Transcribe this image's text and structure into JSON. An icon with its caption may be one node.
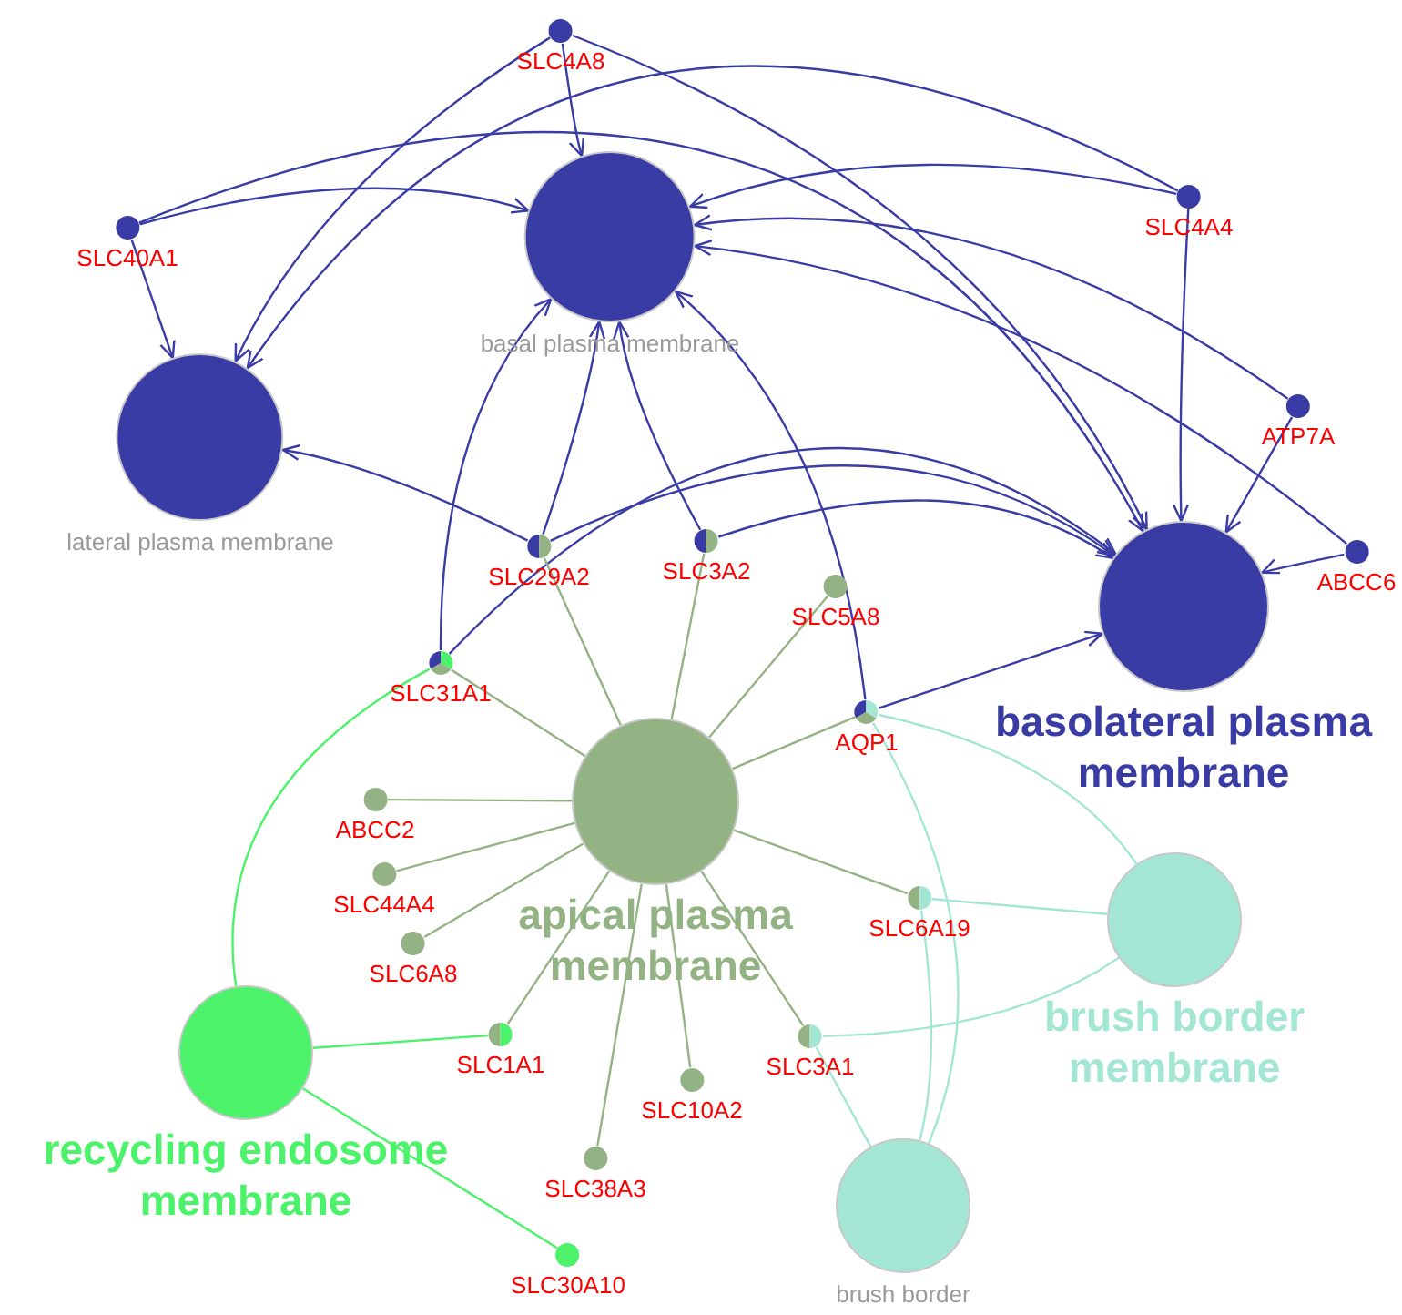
{
  "diagram": {
    "nodes": [
      {
        "text": [
          "basal plasma membrane"
        ]
      },
      {
        "text": [
          "lateral plasma membrane"
        ]
      },
      {
        "text": [
          "basolateral plasma membrane"
        ]
      },
      {
        "text": [
          "apical plasma membrane"
        ]
      },
      {
        "text": [
          "recycling endosome membrane"
        ]
      },
      {
        "text": [
          "brush border membrane"
        ]
      },
      {
        "text": [
          "brush border"
        ]
      },
      {
        "text": [
          "SLC4A8"
        ]
      },
      {
        "text": [
          "SLC40A1"
        ]
      },
      {
        "text": [
          "SLC4A4"
        ]
      },
      {
        "text": [
          "ATP7A"
        ]
      },
      {
        "text": [
          "ABCC6"
        ]
      },
      {
        "text": [
          "SLC29A2"
        ]
      },
      {
        "text": [
          "SLC3A2"
        ]
      },
      {
        "text": [
          "SLC5A8"
        ]
      },
      {
        "text": [
          "SLC31A1"
        ]
      },
      {
        "text": [
          "AQP1"
        ]
      },
      {
        "text": [
          "ABCC2"
        ]
      },
      {
        "text": [
          "SLC44A4"
        ]
      },
      {
        "text": [
          "SLC6A8"
        ]
      },
      {
        "text": [
          "SLC6A19"
        ]
      },
      {
        "text": [
          "SLC1A1"
        ]
      },
      {
        "text": [
          "SLC3A1"
        ]
      },
      {
        "text": [
          "SLC10A2"
        ]
      },
      {
        "text": [
          "SLC38A3"
        ]
      },
      {
        "text": [
          "SLC30A10"
        ]
      }
    ],
    "edges": [
      {
        "from": 7,
        "to": 0,
        "arrow": "to"
      },
      {
        "from": 7,
        "to": 1,
        "arrow": "to"
      },
      {
        "from": 7,
        "to": 2,
        "arrow": "to"
      },
      {
        "from": 8,
        "to": 1,
        "arrow": "to"
      },
      {
        "from": 8,
        "to": 0,
        "arrow": "to"
      },
      {
        "from": 8,
        "to": 2,
        "arrow": "to"
      },
      {
        "from": 9,
        "to": 0,
        "arrow": "to"
      },
      {
        "from": 9,
        "to": 1,
        "arrow": "to"
      },
      {
        "from": 9,
        "to": 2,
        "arrow": "to"
      },
      {
        "from": 10,
        "to": 0,
        "arrow": "to"
      },
      {
        "from": 10,
        "to": 2,
        "arrow": "to"
      },
      {
        "from": 11,
        "to": 0,
        "arrow": "to"
      },
      {
        "from": 11,
        "to": 2,
        "arrow": "to"
      },
      {
        "from": 12,
        "to": 0,
        "arrow": "to"
      },
      {
        "from": 12,
        "to": 1,
        "arrow": "to"
      },
      {
        "from": 12,
        "to": 2,
        "arrow": "to"
      },
      {
        "from": 13,
        "to": 0,
        "arrow": "to"
      },
      {
        "from": 13,
        "to": 2,
        "arrow": "to"
      },
      {
        "from": 15,
        "to": 0,
        "arrow": "to"
      },
      {
        "from": 15,
        "to": 2,
        "arrow": "to"
      },
      {
        "from": 16,
        "to": 0,
        "arrow": "to"
      },
      {
        "from": 16,
        "to": 2,
        "arrow": "to"
      },
      {
        "from": 12,
        "to": 3,
        "arrow": "none",
        "color": "#94b384"
      },
      {
        "from": 13,
        "to": 3,
        "arrow": "none",
        "color": "#94b384"
      },
      {
        "from": 14,
        "to": 3,
        "arrow": "none",
        "color": "#94b384"
      },
      {
        "from": 15,
        "to": 3,
        "arrow": "none",
        "color": "#94b384"
      },
      {
        "from": 16,
        "to": 3,
        "arrow": "none",
        "color": "#94b384"
      },
      {
        "from": 17,
        "to": 3,
        "arrow": "none",
        "color": "#94b384"
      },
      {
        "from": 18,
        "to": 3,
        "arrow": "none",
        "color": "#94b384"
      },
      {
        "from": 19,
        "to": 3,
        "arrow": "none",
        "color": "#94b384"
      },
      {
        "from": 20,
        "to": 3,
        "arrow": "none",
        "color": "#94b384"
      },
      {
        "from": 21,
        "to": 3,
        "arrow": "none",
        "color": "#94b384"
      },
      {
        "from": 22,
        "to": 3,
        "arrow": "none",
        "color": "#94b384"
      },
      {
        "from": 23,
        "to": 3,
        "arrow": "none",
        "color": "#94b384"
      },
      {
        "from": 24,
        "to": 3,
        "arrow": "none",
        "color": "#94b384"
      },
      {
        "from": 15,
        "to": 4,
        "arrow": "none",
        "color": "#4cf26a"
      },
      {
        "from": 21,
        "to": 4,
        "arrow": "none",
        "color": "#4cf26a"
      },
      {
        "from": 25,
        "to": 4,
        "arrow": "none",
        "color": "#4cf26a"
      },
      {
        "from": 16,
        "to": 5,
        "arrow": "none",
        "color": "#a3e6d4"
      },
      {
        "from": 20,
        "to": 5,
        "arrow": "none",
        "color": "#a3e6d4"
      },
      {
        "from": 22,
        "to": 5,
        "arrow": "none",
        "color": "#a3e6d4"
      },
      {
        "from": 16,
        "to": 6,
        "arrow": "none",
        "color": "#a3e6d4"
      },
      {
        "from": 20,
        "to": 6,
        "arrow": "none",
        "color": "#a3e6d4"
      },
      {
        "from": 22,
        "to": 6,
        "arrow": "none",
        "color": "#a3e6d4"
      }
    ]
  }
}
